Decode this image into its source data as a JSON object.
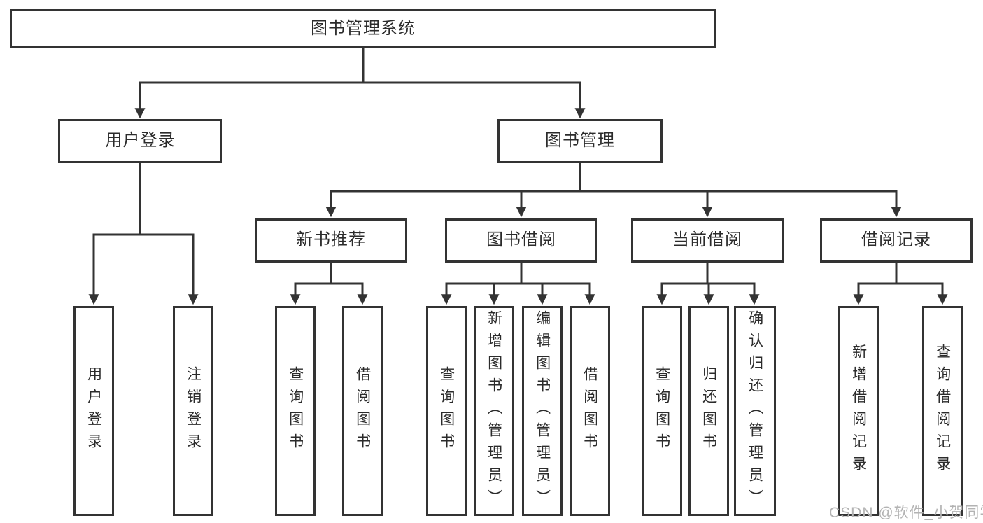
{
  "tree": {
    "label": "图书管理系统",
    "children": [
      {
        "label": "用户登录",
        "children": [
          {
            "label": "用户登录"
          },
          {
            "label": "注销登录"
          }
        ]
      },
      {
        "label": "图书管理",
        "children": [
          {
            "label": "新书推荐",
            "children": [
              {
                "label": "查询图书"
              },
              {
                "label": "借阅图书"
              }
            ]
          },
          {
            "label": "图书借阅",
            "children": [
              {
                "label": "查询图书"
              },
              {
                "label": "新增图书（管理员）"
              },
              {
                "label": "编辑图书（管理员）"
              },
              {
                "label": "借阅图书"
              }
            ]
          },
          {
            "label": "当前借阅",
            "children": [
              {
                "label": "查询图书"
              },
              {
                "label": "归还图书"
              },
              {
                "label": "确认归还（管理员）"
              }
            ]
          },
          {
            "label": "借阅记录",
            "children": [
              {
                "label": "新增借阅记录"
              },
              {
                "label": "查询借阅记录"
              }
            ]
          }
        ]
      }
    ]
  },
  "watermark": "CSDN @软件_小贺同学",
  "colors": {
    "line": "#333333",
    "box_border": "#333333",
    "text": "#2b2b2b",
    "watermark": "#b3b3b3",
    "background": "#ffffff"
  }
}
